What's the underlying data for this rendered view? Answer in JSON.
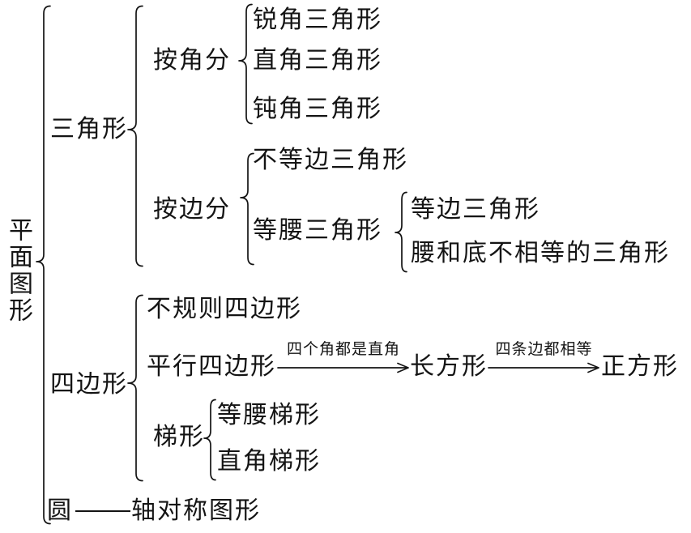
{
  "diagram": {
    "root": "平面图形",
    "triangle": {
      "label": "三角形",
      "by_angle": {
        "label": "按角分",
        "children": [
          "锐角三角形",
          "直角三角形",
          "钝角三角形"
        ]
      },
      "by_side": {
        "label": "按边分",
        "scalene": "不等边三角形",
        "isosceles": {
          "label": "等腰三角形",
          "children": [
            "等边三角形",
            "腰和底不相等的三角形"
          ]
        }
      }
    },
    "quadrilateral": {
      "label": "四边形",
      "irregular": "不规则四边形",
      "parallelogram": "平行四边形",
      "to_rectangle_condition": "四个角都是直角",
      "rectangle": "长方形",
      "to_square_condition": "四条边都相等",
      "square": "正方形",
      "trapezoid": {
        "label": "梯形",
        "children": [
          "等腰梯形",
          "直角梯形"
        ]
      }
    },
    "circle": {
      "label": "圆",
      "note": "轴对称图形"
    }
  },
  "colors": {
    "ink": "#141414",
    "background": "#ffffff"
  }
}
